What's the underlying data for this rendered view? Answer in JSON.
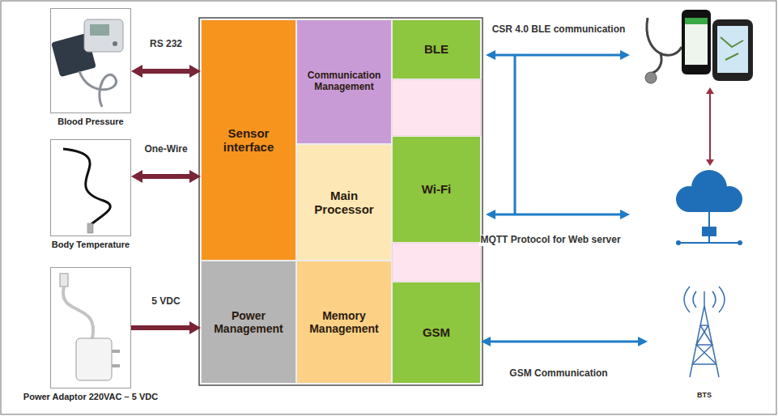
{
  "diagram": {
    "nodes": [
      {
        "text": [
          "Blood Pressure"
        ]
      },
      {
        "text": [
          "Body Temperature"
        ]
      },
      {
        "text": [
          "Power Adaptor 220VAC – 5 VDC"
        ]
      },
      {
        "text": [
          "Sensor interface"
        ]
      },
      {
        "text": [
          "Communication Management"
        ]
      },
      {
        "text": [
          "BLE"
        ]
      },
      {
        "text": [
          "Main Processor"
        ]
      },
      {
        "text": [
          "Wi-Fi"
        ]
      },
      {
        "text": [
          "Power Management"
        ]
      },
      {
        "text": [
          "Memory Management"
        ]
      },
      {
        "text": [
          "GSM"
        ]
      },
      {
        "text": [
          "BTS"
        ]
      }
    ],
    "edges": [
      {
        "from": 0,
        "to": 3,
        "label": "RS 232",
        "arrow": "both"
      },
      {
        "from": 1,
        "to": 3,
        "label": "One-Wire",
        "arrow": "both"
      },
      {
        "from": 2,
        "to": 8,
        "label": "5 VDC",
        "arrow": "to"
      },
      {
        "from": 10,
        "to": 11,
        "label": "GSM Communication",
        "arrow": "both"
      }
    ],
    "labels": [
      "CSR 4.0 BLE communication",
      "MQTT Protocol for Web server"
    ]
  }
}
